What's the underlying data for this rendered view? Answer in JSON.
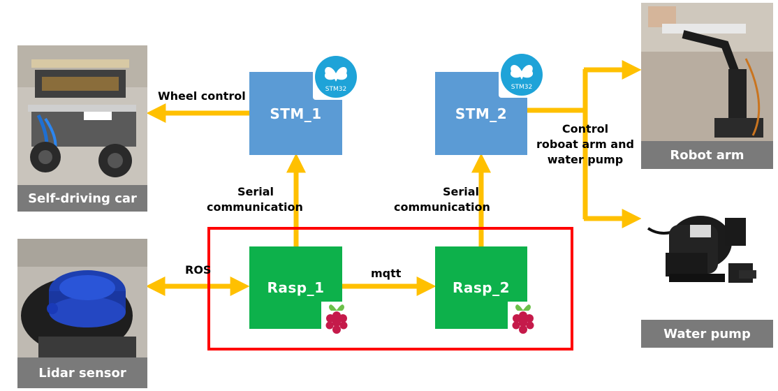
{
  "devices": {
    "car": {
      "caption": "Self-driving car"
    },
    "lidar": {
      "caption": "Lidar sensor"
    },
    "arm": {
      "caption": "Robot arm"
    },
    "pump": {
      "caption": "Water pump"
    }
  },
  "nodes": {
    "stm1": "STM_1",
    "stm2": "STM_2",
    "rasp1": "Rasp_1",
    "rasp2": "Rasp_2"
  },
  "logos": {
    "stm_text": "STM32"
  },
  "edges": {
    "wheel": "Wheel control",
    "serial1_line1": "Serial",
    "serial1_line2": "communication",
    "serial2_line1": "Serial",
    "serial2_line2": "communication",
    "ros": "ROS",
    "mqtt": "mqtt",
    "control_line1": "Control",
    "control_line2": "roboat arm and",
    "control_line3": "water pump"
  },
  "colors": {
    "arrow": "#ffc000",
    "stm_box": "#5b9bd5",
    "rasp_box": "#0db14b",
    "highlight_border": "#ff0000",
    "caption_bg": "#7a7a7a",
    "stm_logo": "#1ea3d8",
    "rasp_logo": "#c51a4a"
  }
}
